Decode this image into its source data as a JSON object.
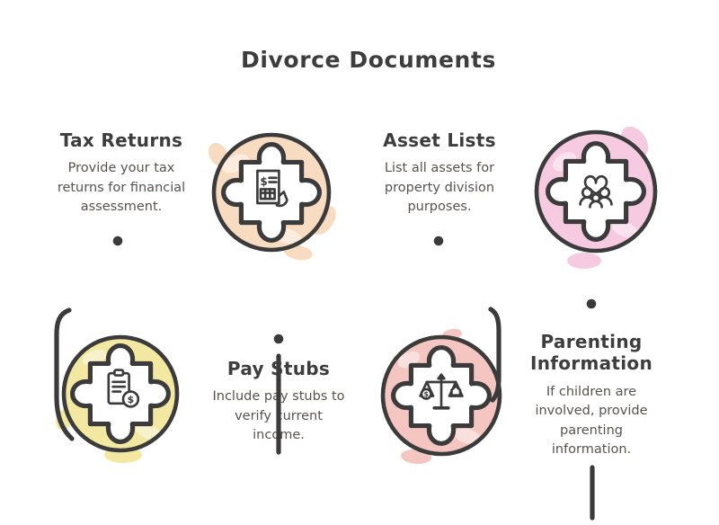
{
  "title": "Divorce Documents",
  "items": [
    {
      "heading": "Tax Returns",
      "body": "Provide your tax returns for financial assessment."
    },
    {
      "heading": "Asset Lists",
      "body": "List all assets for property division purposes."
    },
    {
      "heading": "Pay Stubs",
      "body": "Include pay stubs to verify current income."
    },
    {
      "heading": "Parenting Information",
      "body": "If children are involved, provide parenting information."
    }
  ],
  "circles": [
    {
      "position": "top-left",
      "color": "#f8dcc2",
      "icon": "tax-document-hand-icon"
    },
    {
      "position": "top-right",
      "color": "#f6cbe2",
      "icon": "family-group-heart-icon"
    },
    {
      "position": "bottom-left",
      "color": "#f2e8a2",
      "icon": "clipboard-dollar-coin-icon"
    },
    {
      "position": "bottom-middle",
      "color": "#f5c6c1",
      "icon": "balance-scale-dollar-house-icon"
    }
  ],
  "colors": {
    "outline": "#3b3b3b",
    "heading_text": "#3d3d3d",
    "body_text": "#57534f",
    "background": "#ffffff",
    "peach": "#f8dcc2",
    "pink": "#f6cbe2",
    "yellow": "#f2e8a2",
    "salmon": "#f5c6c1"
  }
}
